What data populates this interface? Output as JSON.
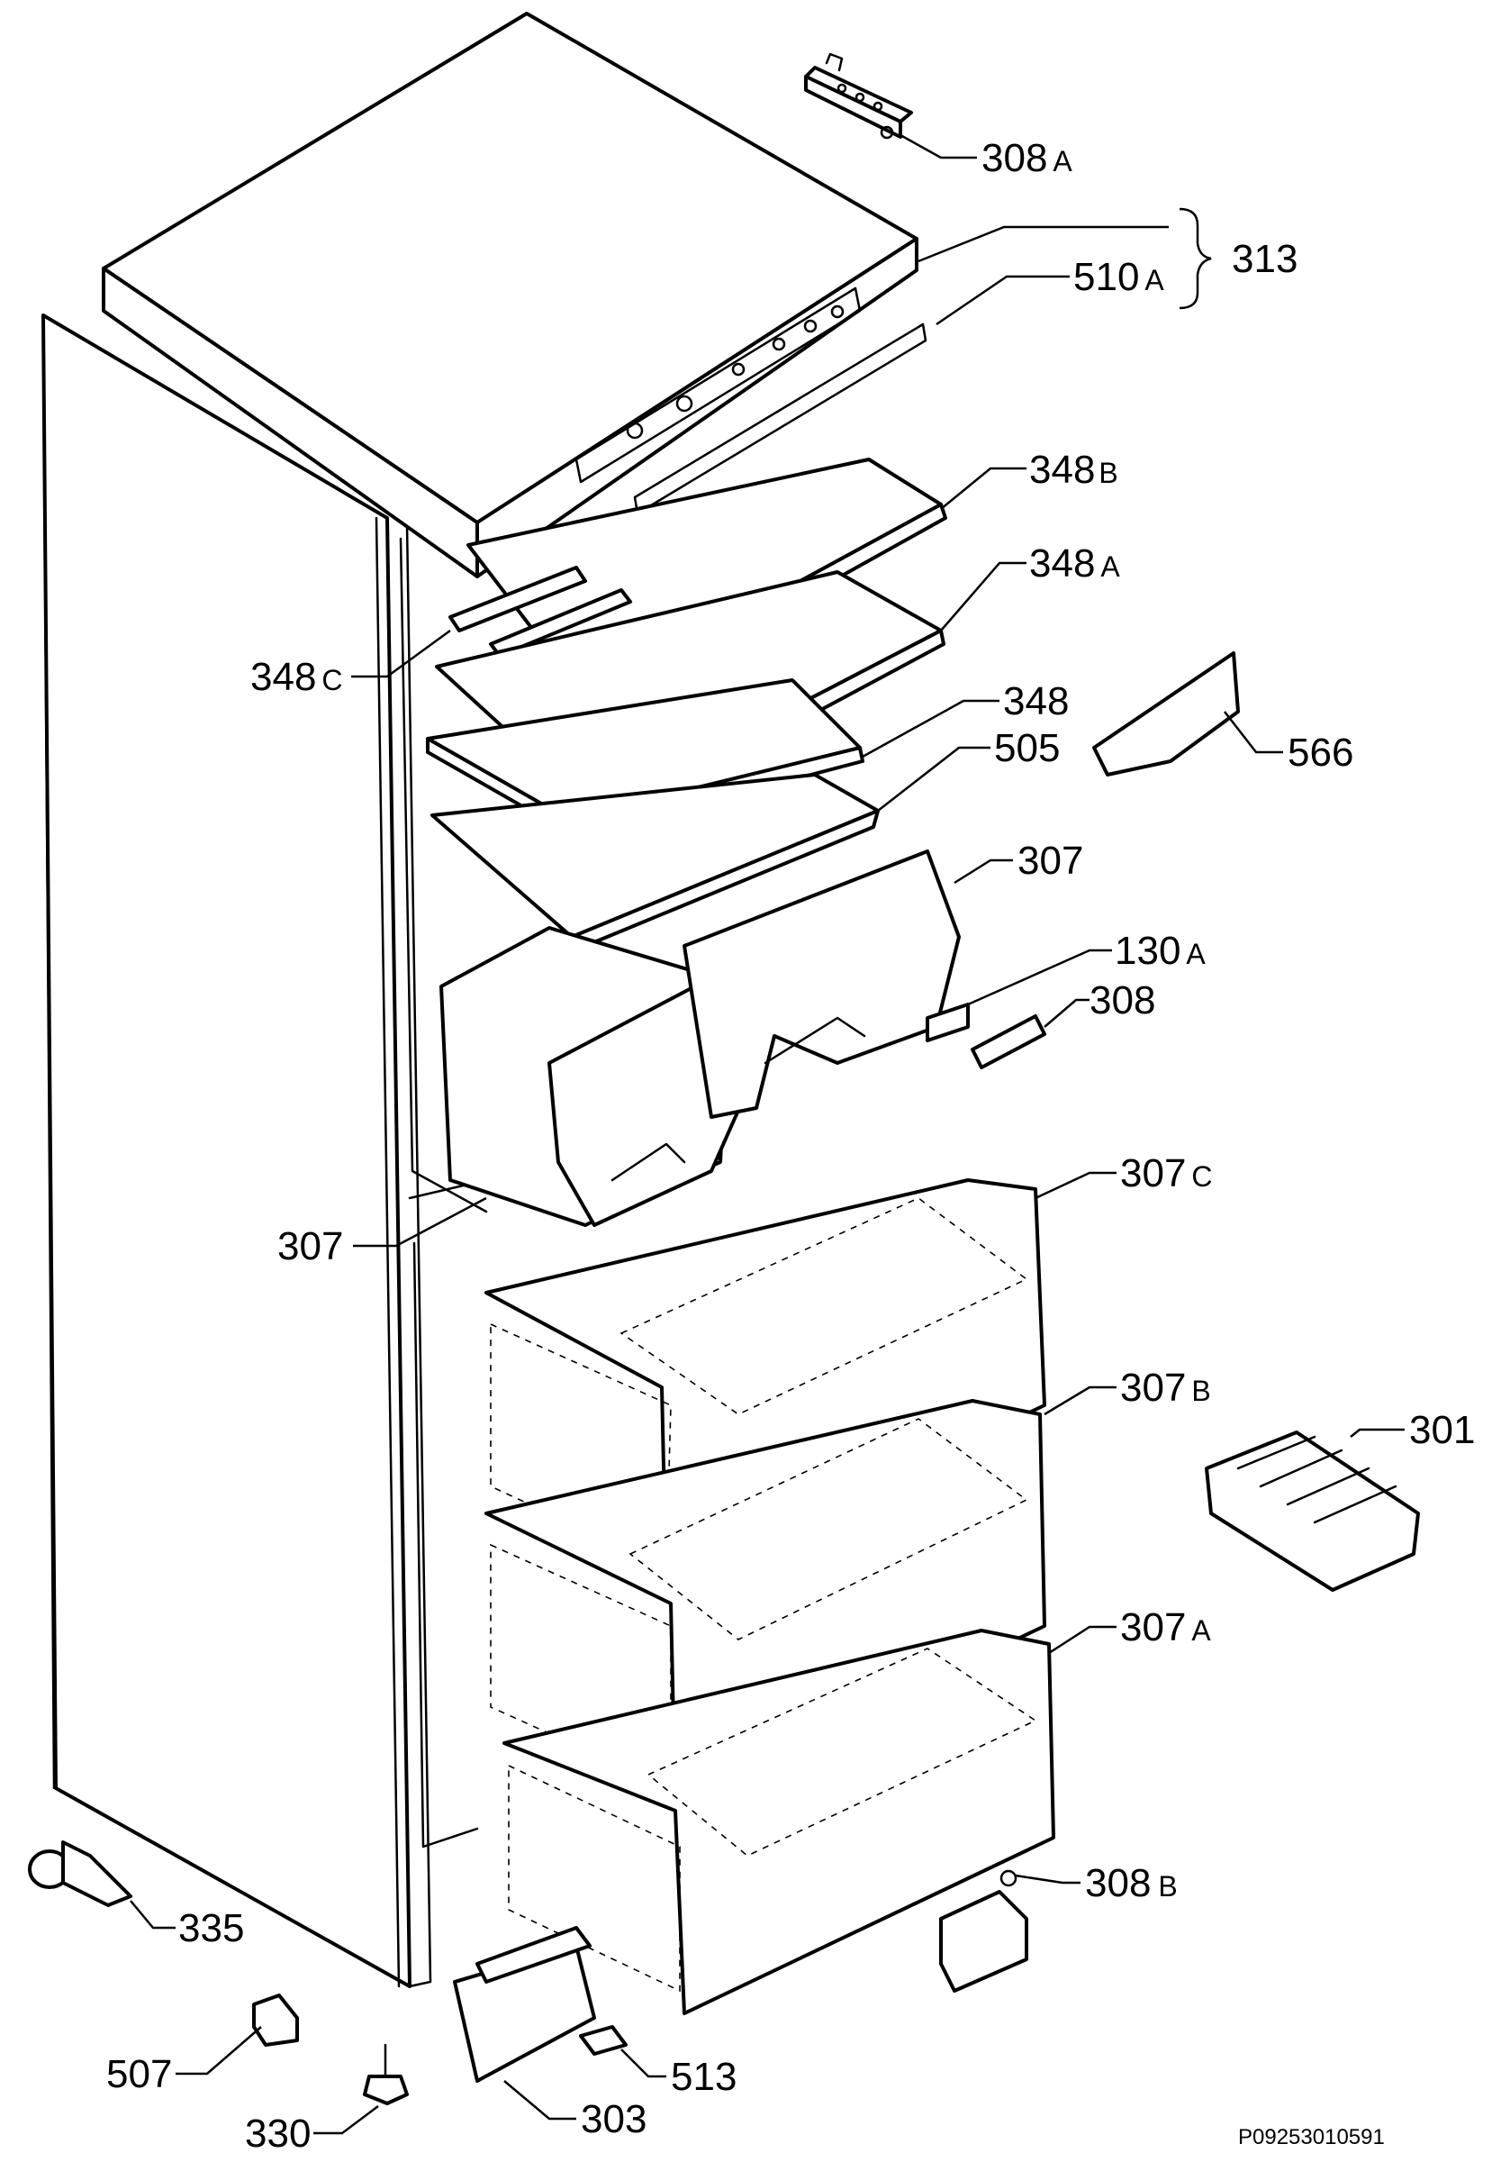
{
  "callouts": {
    "c308a": {
      "num": "308",
      "suffix": "A"
    },
    "c313": {
      "num": "313",
      "suffix": ""
    },
    "c510a": {
      "num": "510",
      "suffix": "A"
    },
    "c348b": {
      "num": "348",
      "suffix": "B"
    },
    "c348a": {
      "num": "348",
      "suffix": "A"
    },
    "c348c": {
      "num": "348",
      "suffix": "C"
    },
    "c348": {
      "num": "348",
      "suffix": ""
    },
    "c505": {
      "num": "505",
      "suffix": ""
    },
    "c566": {
      "num": "566",
      "suffix": ""
    },
    "c307top": {
      "num": "307",
      "suffix": ""
    },
    "c130a": {
      "num": "130",
      "suffix": "A"
    },
    "c308": {
      "num": "308",
      "suffix": ""
    },
    "c307left": {
      "num": "307",
      "suffix": ""
    },
    "c307c": {
      "num": "307",
      "suffix": "C"
    },
    "c307b": {
      "num": "307",
      "suffix": "B"
    },
    "c301": {
      "num": "301",
      "suffix": ""
    },
    "c307a": {
      "num": "307",
      "suffix": "A"
    },
    "c308b": {
      "num": "308",
      "suffix": "B"
    },
    "c335": {
      "num": "335",
      "suffix": ""
    },
    "c507": {
      "num": "507",
      "suffix": ""
    },
    "c513": {
      "num": "513",
      "suffix": ""
    },
    "c330": {
      "num": "330",
      "suffix": ""
    },
    "c303": {
      "num": "303",
      "suffix": ""
    }
  },
  "drawing_reference": "P09253010591"
}
